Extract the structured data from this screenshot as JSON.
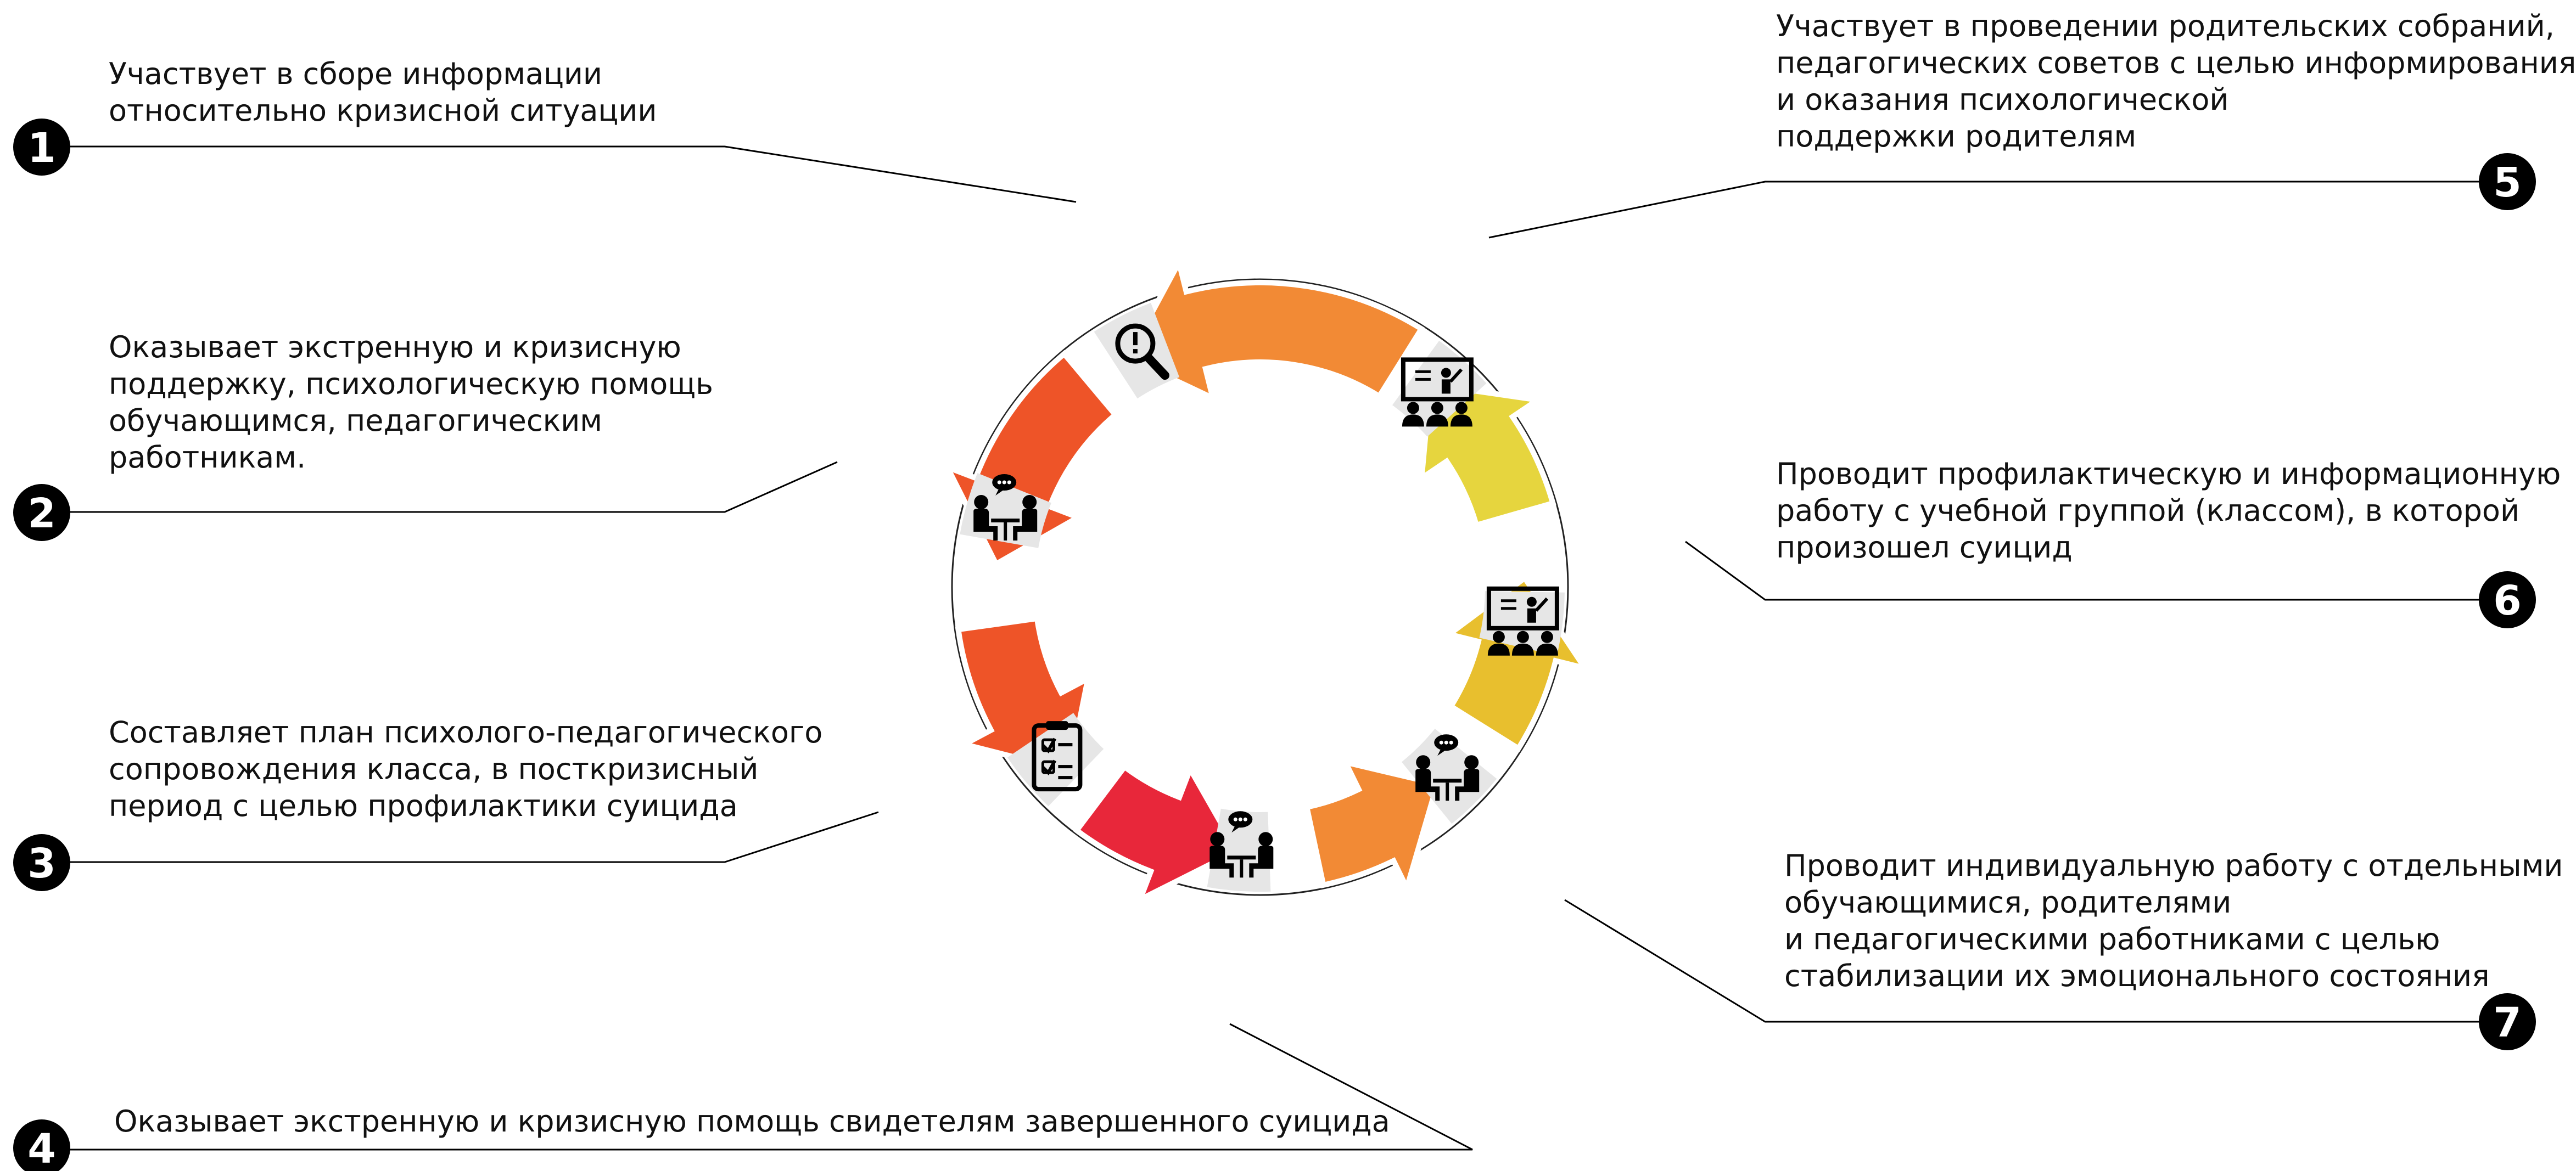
{
  "steps": [
    {
      "number": "1",
      "lines": [
        "Участвует в сборе информации",
        "относительно кризисной ситуации"
      ],
      "icon": "magnifier-exclamation-icon"
    },
    {
      "number": "2",
      "lines": [
        "Оказывает экстренную и кризисную",
        "поддержку, психологическую помощь",
        "обучающимся, педагогическим",
        "работникам."
      ],
      "icon": "counseling-icon"
    },
    {
      "number": "3",
      "lines": [
        "Составляет план психолого-педагогического",
        "сопровождения класса, в посткризисный",
        "период с целью профилактики суицида"
      ],
      "icon": "checklist-icon"
    },
    {
      "number": "4",
      "lines": [
        "Оказывает экстренную и кризисную помощь свидетелям завершенного суицида"
      ],
      "icon": "counseling-icon"
    },
    {
      "number": "5",
      "lines": [
        "Участвует в проведении родительских собраний,",
        "педагогических советов с целью информирования",
        "и оказания психологической",
        "поддержки родителям"
      ],
      "icon": "presentation-icon"
    },
    {
      "number": "6",
      "lines": [
        "Проводит профилактическую и информационную",
        "работу с учебной группой (классом), в которой",
        "произошел суицид"
      ],
      "icon": "presentation-icon"
    },
    {
      "number": "7",
      "lines": [
        "Проводит индивидуальную работу с отдельными",
        "обучающимися, родителями",
        "и педагогическими работниками с целью",
        "стабилизации их эмоционального состояния"
      ],
      "icon": "counseling-icon"
    }
  ],
  "colors": {
    "arrow_top": "#f28a35",
    "arrow_upper_left": "#ee5428",
    "arrow_left": "#ee5428",
    "arrow_lower_left": "#e8273a",
    "arrow_bottom": "#f28a35",
    "arrow_lower_right": "#e8bf2e",
    "arrow_right": "#e6d53e",
    "icon_tile": "#e6e6e6",
    "badge": "#000000",
    "leader_line": "#000000"
  }
}
